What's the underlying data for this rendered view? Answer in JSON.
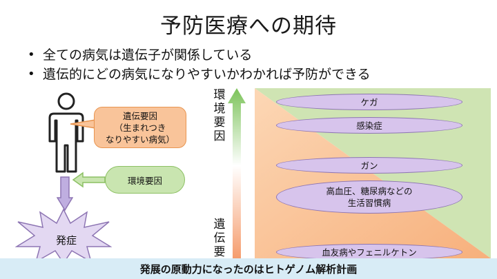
{
  "title": "予防医療への期待",
  "bullets": [
    "全ての病気は遺伝子が関係している",
    "遺伝的にどの病気になりやすいかわかれば予防ができる"
  ],
  "left": {
    "gene_callout": [
      "遺伝要因",
      "（生まれつき",
      "なりやすい病気）"
    ],
    "env_callout": "環境要因",
    "onset": "発症"
  },
  "axis": {
    "top_label": "環境要因",
    "bottom_label": "遺伝要"
  },
  "diseases": [
    [
      "ケガ"
    ],
    [
      "感染症"
    ],
    [
      "ガン"
    ],
    [
      "高血圧、糖尿病などの",
      "生活習慣病"
    ],
    [
      "血友病やフェニルケトン"
    ]
  ],
  "footer": "発展の原動力になったのはヒトゲノム解析計画",
  "colors": {
    "env": "#8cc063",
    "gene": "#f4a06c",
    "disease": "#d7c4ec",
    "footer": "#d8ecf6"
  }
}
